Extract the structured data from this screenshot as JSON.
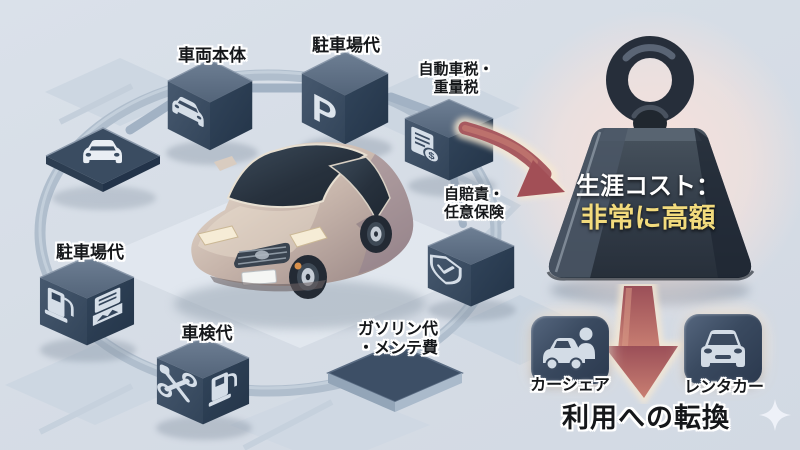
{
  "cost_ring": {
    "vehicle_body": {
      "label": "車両本体",
      "icon": "car-front-icon"
    },
    "parking_top": {
      "label": "駐車場代",
      "icon": "parking-p-icon",
      "icon_letter": "P"
    },
    "tax": {
      "label_line1": "自動車税・",
      "label_line2": "重量税",
      "icon": "tax-document-icon",
      "icon_symbol": "$"
    },
    "insurance": {
      "label_line1": "自賠責・",
      "label_line2": "任意保険",
      "icon": "shield-check-icon"
    },
    "gasoline_maintenance": {
      "label_line1": "ガソリン代",
      "label_line2": "・メンテ費",
      "icon": "platform-slab"
    },
    "inspection": {
      "label": "車検代",
      "icon_left": "tools-icon",
      "icon_right": "fuel-pump-icon"
    },
    "parking_left": {
      "label": "駐車場代",
      "icon_left": "fuel-pump-icon",
      "icon_right": "receipt-icon"
    },
    "car_tile": {
      "icon": "car-top-icon"
    }
  },
  "center": {
    "illustration": "beige-crossover-car"
  },
  "weight": {
    "line1": "生涯コスト：",
    "line2": "非常に高額",
    "icon": "heavy-weight-icon"
  },
  "arrows": {
    "to_weight": "curved-red-arrow",
    "to_alternatives": "down-red-arrow"
  },
  "alternatives": {
    "carshare": {
      "label": "カーシェア",
      "icon": "carshare-icon"
    },
    "rental": {
      "label": "レンタカー",
      "icon": "rentacar-icon"
    },
    "conclusion": "利用への転換"
  },
  "decor": {
    "sparkle": "sparkle-icon"
  },
  "colors": {
    "background": "#d6dde6",
    "cube_top": "#68798f",
    "cube_left": "#3f5166",
    "cube_right": "#2d3f55",
    "ring": "#b0becd",
    "icon_light": "#d5dee8",
    "arrow_red": "#ae5158",
    "weight_body": "#323c4a",
    "glow_pink": "#f6ddd8",
    "accent_yellow": "#f2db7d",
    "label_text": "#15171a",
    "car_body": "#c9b8ac"
  }
}
